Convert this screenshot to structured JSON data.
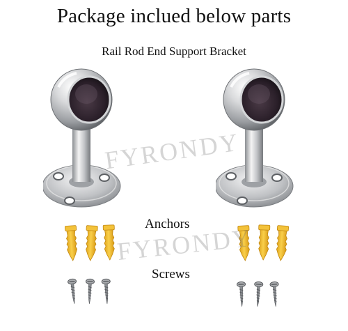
{
  "heading": "Package inclued below parts",
  "subheading": "Rail Rod End Support Bracket",
  "labels": {
    "anchors": "Anchors",
    "screws": "Screws"
  },
  "watermark": "FYRONDY",
  "colors": {
    "chrome_light": "#f0f0f0",
    "chrome_mid": "#b7b9bc",
    "chrome_dark": "#6f7276",
    "cup_interior": "#2b1f2a",
    "anchor_yellow": "#f1bd2b",
    "screw_steel": "#7d7f82"
  }
}
